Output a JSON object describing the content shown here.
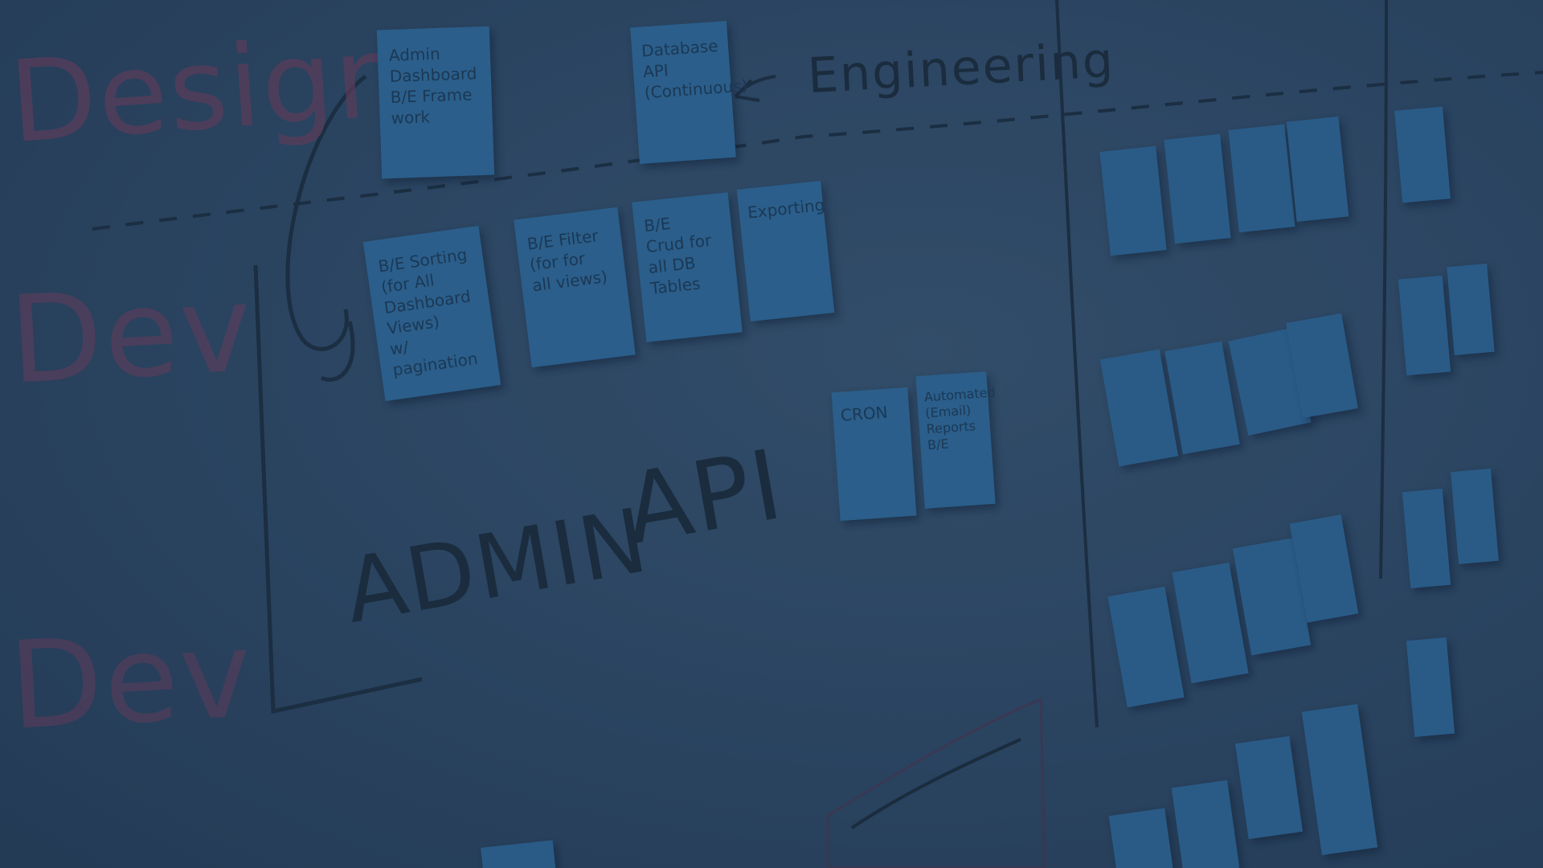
{
  "colors": {
    "overlay_navy": "#2c4562",
    "sticky_note_blue": "#2f6898",
    "marker_dark": "#1a2b3a",
    "marker_pink": "#6a3f5e"
  },
  "board": {
    "labels": {
      "design": "Design",
      "dev_1": "Dev",
      "dev_2": "Dev",
      "engineering": "Engineering",
      "admin": "ADMIN",
      "api": "API"
    },
    "notes": {
      "admin_dashboard": "Admin\nDashboard\nB/E Frame\nwork",
      "database_api": "Database\nAPI\n(Continuous)",
      "be_sorting": "B/E Sorting\n(for All\nDashboard\nViews)\nw/ pagination",
      "be_filter": "B/E Filter\n(for for\nall views)",
      "be_crud": "B/E\nCrud for\nall DB\nTables",
      "exporting": "Exporting",
      "crom": "CRON",
      "automated": "Automated\n(Email)\nReports\nB/E"
    }
  }
}
